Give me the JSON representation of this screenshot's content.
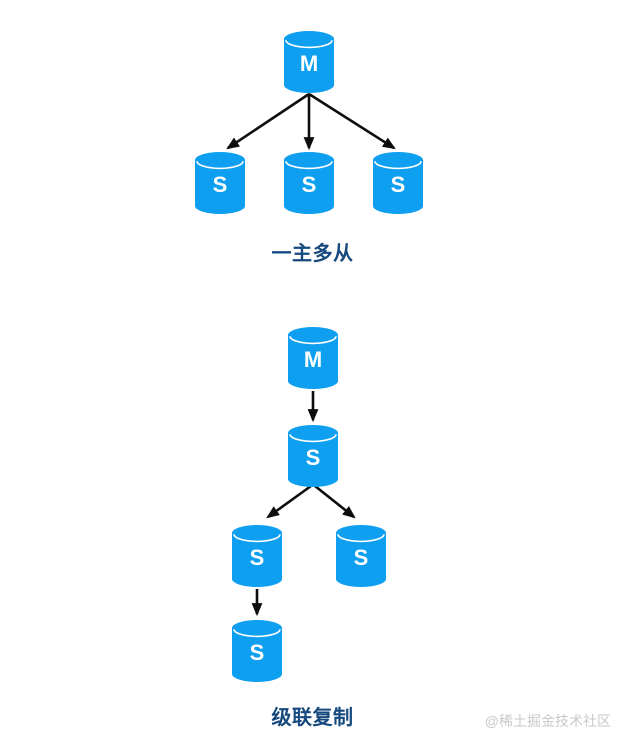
{
  "page": {
    "watermark": "@稀土掘金技术社区"
  },
  "colors": {
    "cylinder_blue": "#0f9ff0",
    "arrow_black": "#0d0d0d",
    "caption_navy": "#16497e",
    "watermark_gray": "#c9c9c9",
    "page_bg": "#ffffff"
  },
  "diagram1": {
    "caption": "一主多从",
    "nodes": [
      {
        "id": "master",
        "label": "M"
      },
      {
        "id": "slave-1",
        "label": "S"
      },
      {
        "id": "slave-2",
        "label": "S"
      },
      {
        "id": "slave-3",
        "label": "S"
      }
    ],
    "edges": [
      {
        "from": "master",
        "to": "slave-1"
      },
      {
        "from": "master",
        "to": "slave-2"
      },
      {
        "from": "master",
        "to": "slave-3"
      }
    ]
  },
  "diagram2": {
    "caption": "级联复制",
    "nodes": [
      {
        "id": "master",
        "label": "M"
      },
      {
        "id": "slave-1",
        "label": "S"
      },
      {
        "id": "slave-2",
        "label": "S"
      },
      {
        "id": "slave-3",
        "label": "S"
      },
      {
        "id": "slave-4",
        "label": "S"
      }
    ],
    "edges": [
      {
        "from": "master",
        "to": "slave-1"
      },
      {
        "from": "slave-1",
        "to": "slave-2"
      },
      {
        "from": "slave-1",
        "to": "slave-3"
      },
      {
        "from": "slave-2",
        "to": "slave-4"
      }
    ]
  }
}
